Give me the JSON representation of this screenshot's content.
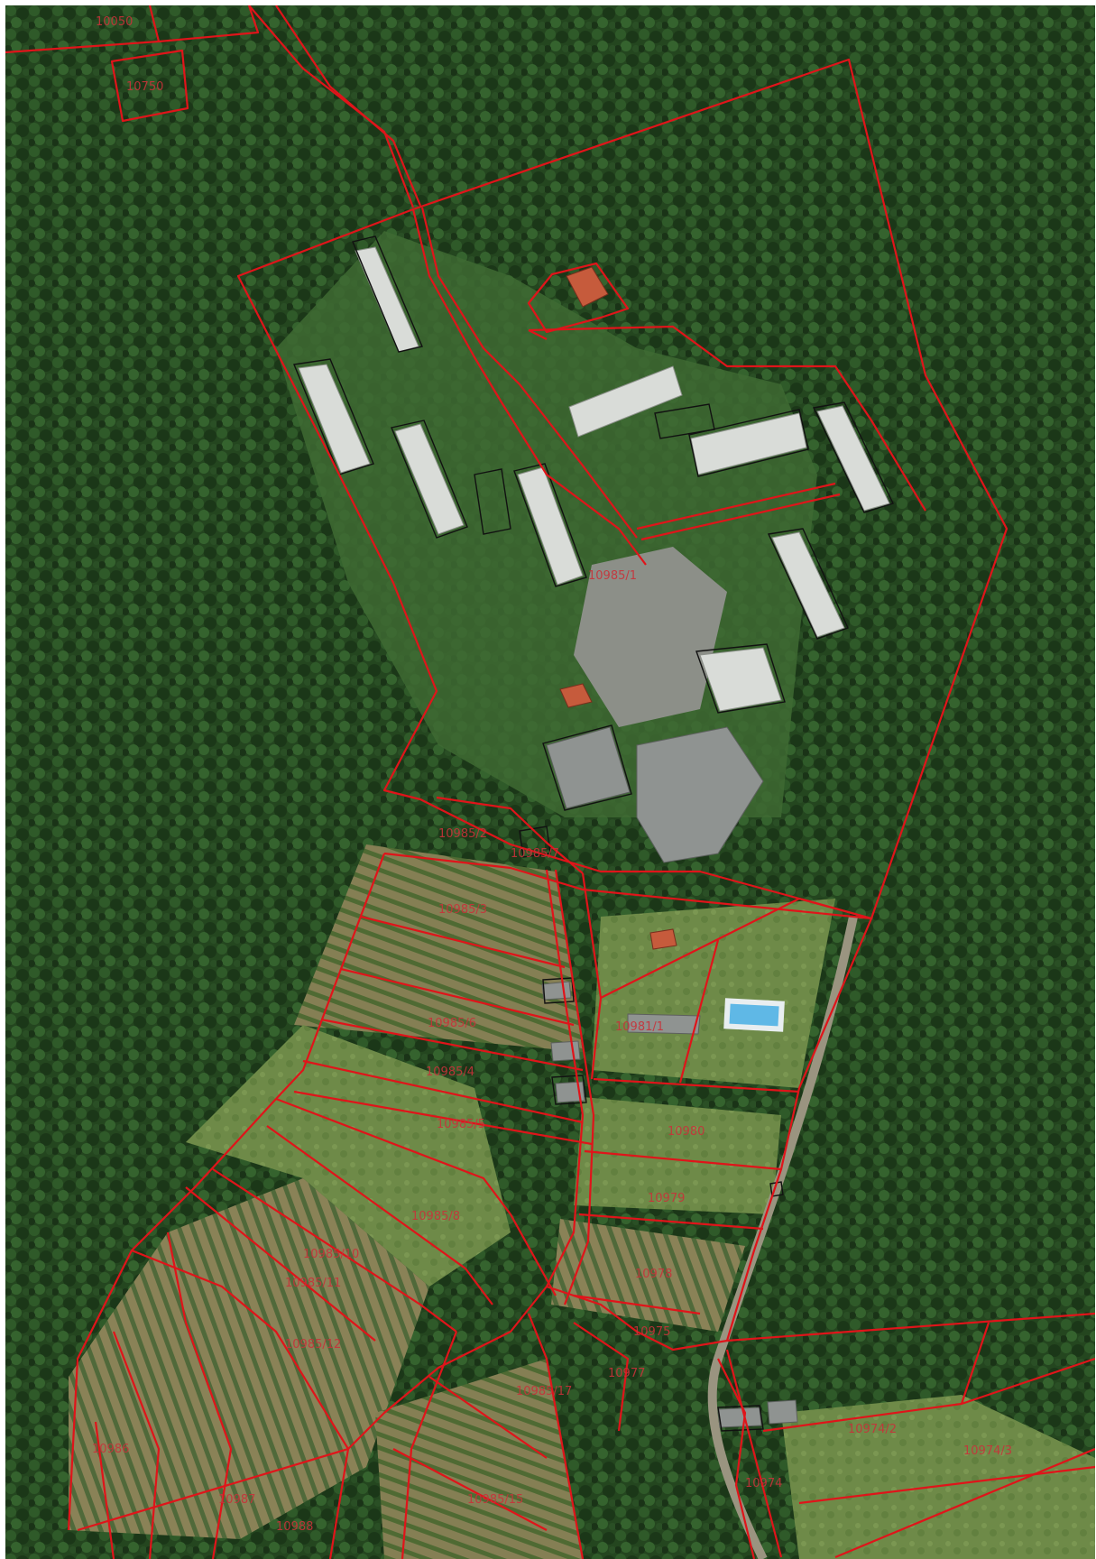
{
  "map": {
    "type": "cadastral-orthophoto",
    "colors": {
      "forest_dark": "#1e3b1d",
      "forest_mid": "#2f5a2a",
      "meadow": "#6f8a4a",
      "vineyard": "#7d7a4e",
      "parcel_line": "#e0141a",
      "building_outline": "#111111",
      "pool_water": "#5fb8e6"
    },
    "parcel_labels": [
      {
        "id": "p1",
        "text": "10050"
      },
      {
        "id": "p2",
        "text": "10750"
      },
      {
        "id": "p3",
        "text": "10985/1"
      },
      {
        "id": "p4",
        "text": "10985/2"
      },
      {
        "id": "p5",
        "text": "10985/3"
      },
      {
        "id": "p6",
        "text": "10985/4"
      },
      {
        "id": "p7",
        "text": "10985/5"
      },
      {
        "id": "p8",
        "text": "10985/6"
      },
      {
        "id": "p9",
        "text": "10985/7"
      },
      {
        "id": "p10",
        "text": "10985/8"
      },
      {
        "id": "p11",
        "text": "10985/10"
      },
      {
        "id": "p12",
        "text": "10985/11"
      },
      {
        "id": "p13",
        "text": "10985/12"
      },
      {
        "id": "p14",
        "text": "10985/17"
      },
      {
        "id": "p15",
        "text": "10985/15"
      },
      {
        "id": "p16",
        "text": "10981/1"
      },
      {
        "id": "p17",
        "text": "10980"
      },
      {
        "id": "p18",
        "text": "10979"
      },
      {
        "id": "p19",
        "text": "10978"
      },
      {
        "id": "p20",
        "text": "10986"
      },
      {
        "id": "p21",
        "text": "10987"
      },
      {
        "id": "p22",
        "text": "10988"
      },
      {
        "id": "p23",
        "text": "10974/2"
      },
      {
        "id": "p24",
        "text": "10974/3"
      },
      {
        "id": "p25",
        "text": "10974"
      },
      {
        "id": "p26",
        "text": "10975"
      },
      {
        "id": "p27",
        "text": "10977"
      }
    ]
  }
}
